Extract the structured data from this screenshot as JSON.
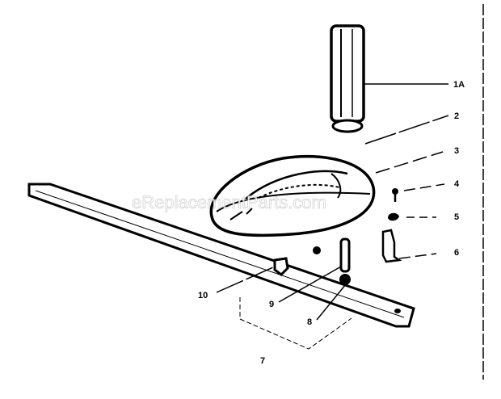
{
  "watermark": "eReplacementParts.com",
  "labels": {
    "p1": "1A",
    "p2": "2",
    "p3": "3",
    "p4": "4",
    "p5": "5",
    "p6": "6",
    "p7": "7",
    "p8": "8",
    "p9": "9",
    "p10": "10"
  },
  "colors": {
    "ink": "#000000",
    "paper": "#ffffff"
  }
}
